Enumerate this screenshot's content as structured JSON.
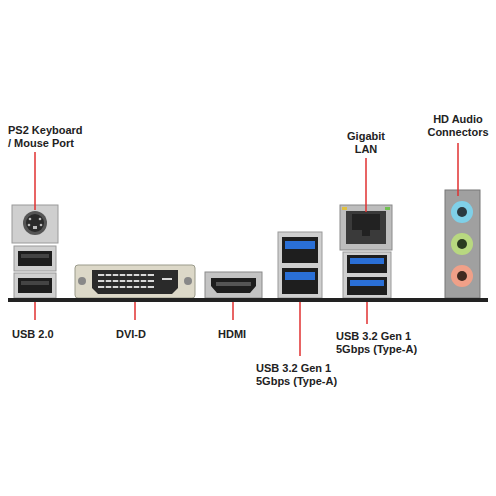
{
  "diagram": {
    "labels": [
      "PS2 Keyboard / Mouse Port",
      "Gigabit LAN",
      "HD Audio Connectors",
      "USB 2.0",
      "DVI-D",
      "HDMI",
      "USB 3.2 Gen 1 5Gbps (Type-A)",
      "USB 3.2 Gen 1 5Gbps (Type-A)"
    ]
  }
}
